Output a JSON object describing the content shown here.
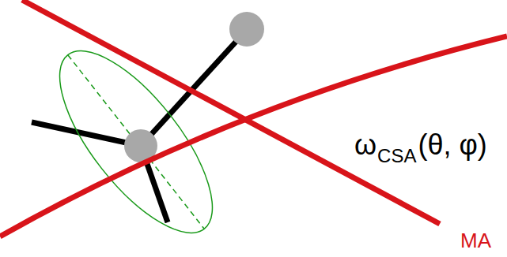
{
  "diagram": {
    "labels": [
      "ω",
      "CSA",
      "(θ, φ)",
      "MA"
    ]
  }
}
